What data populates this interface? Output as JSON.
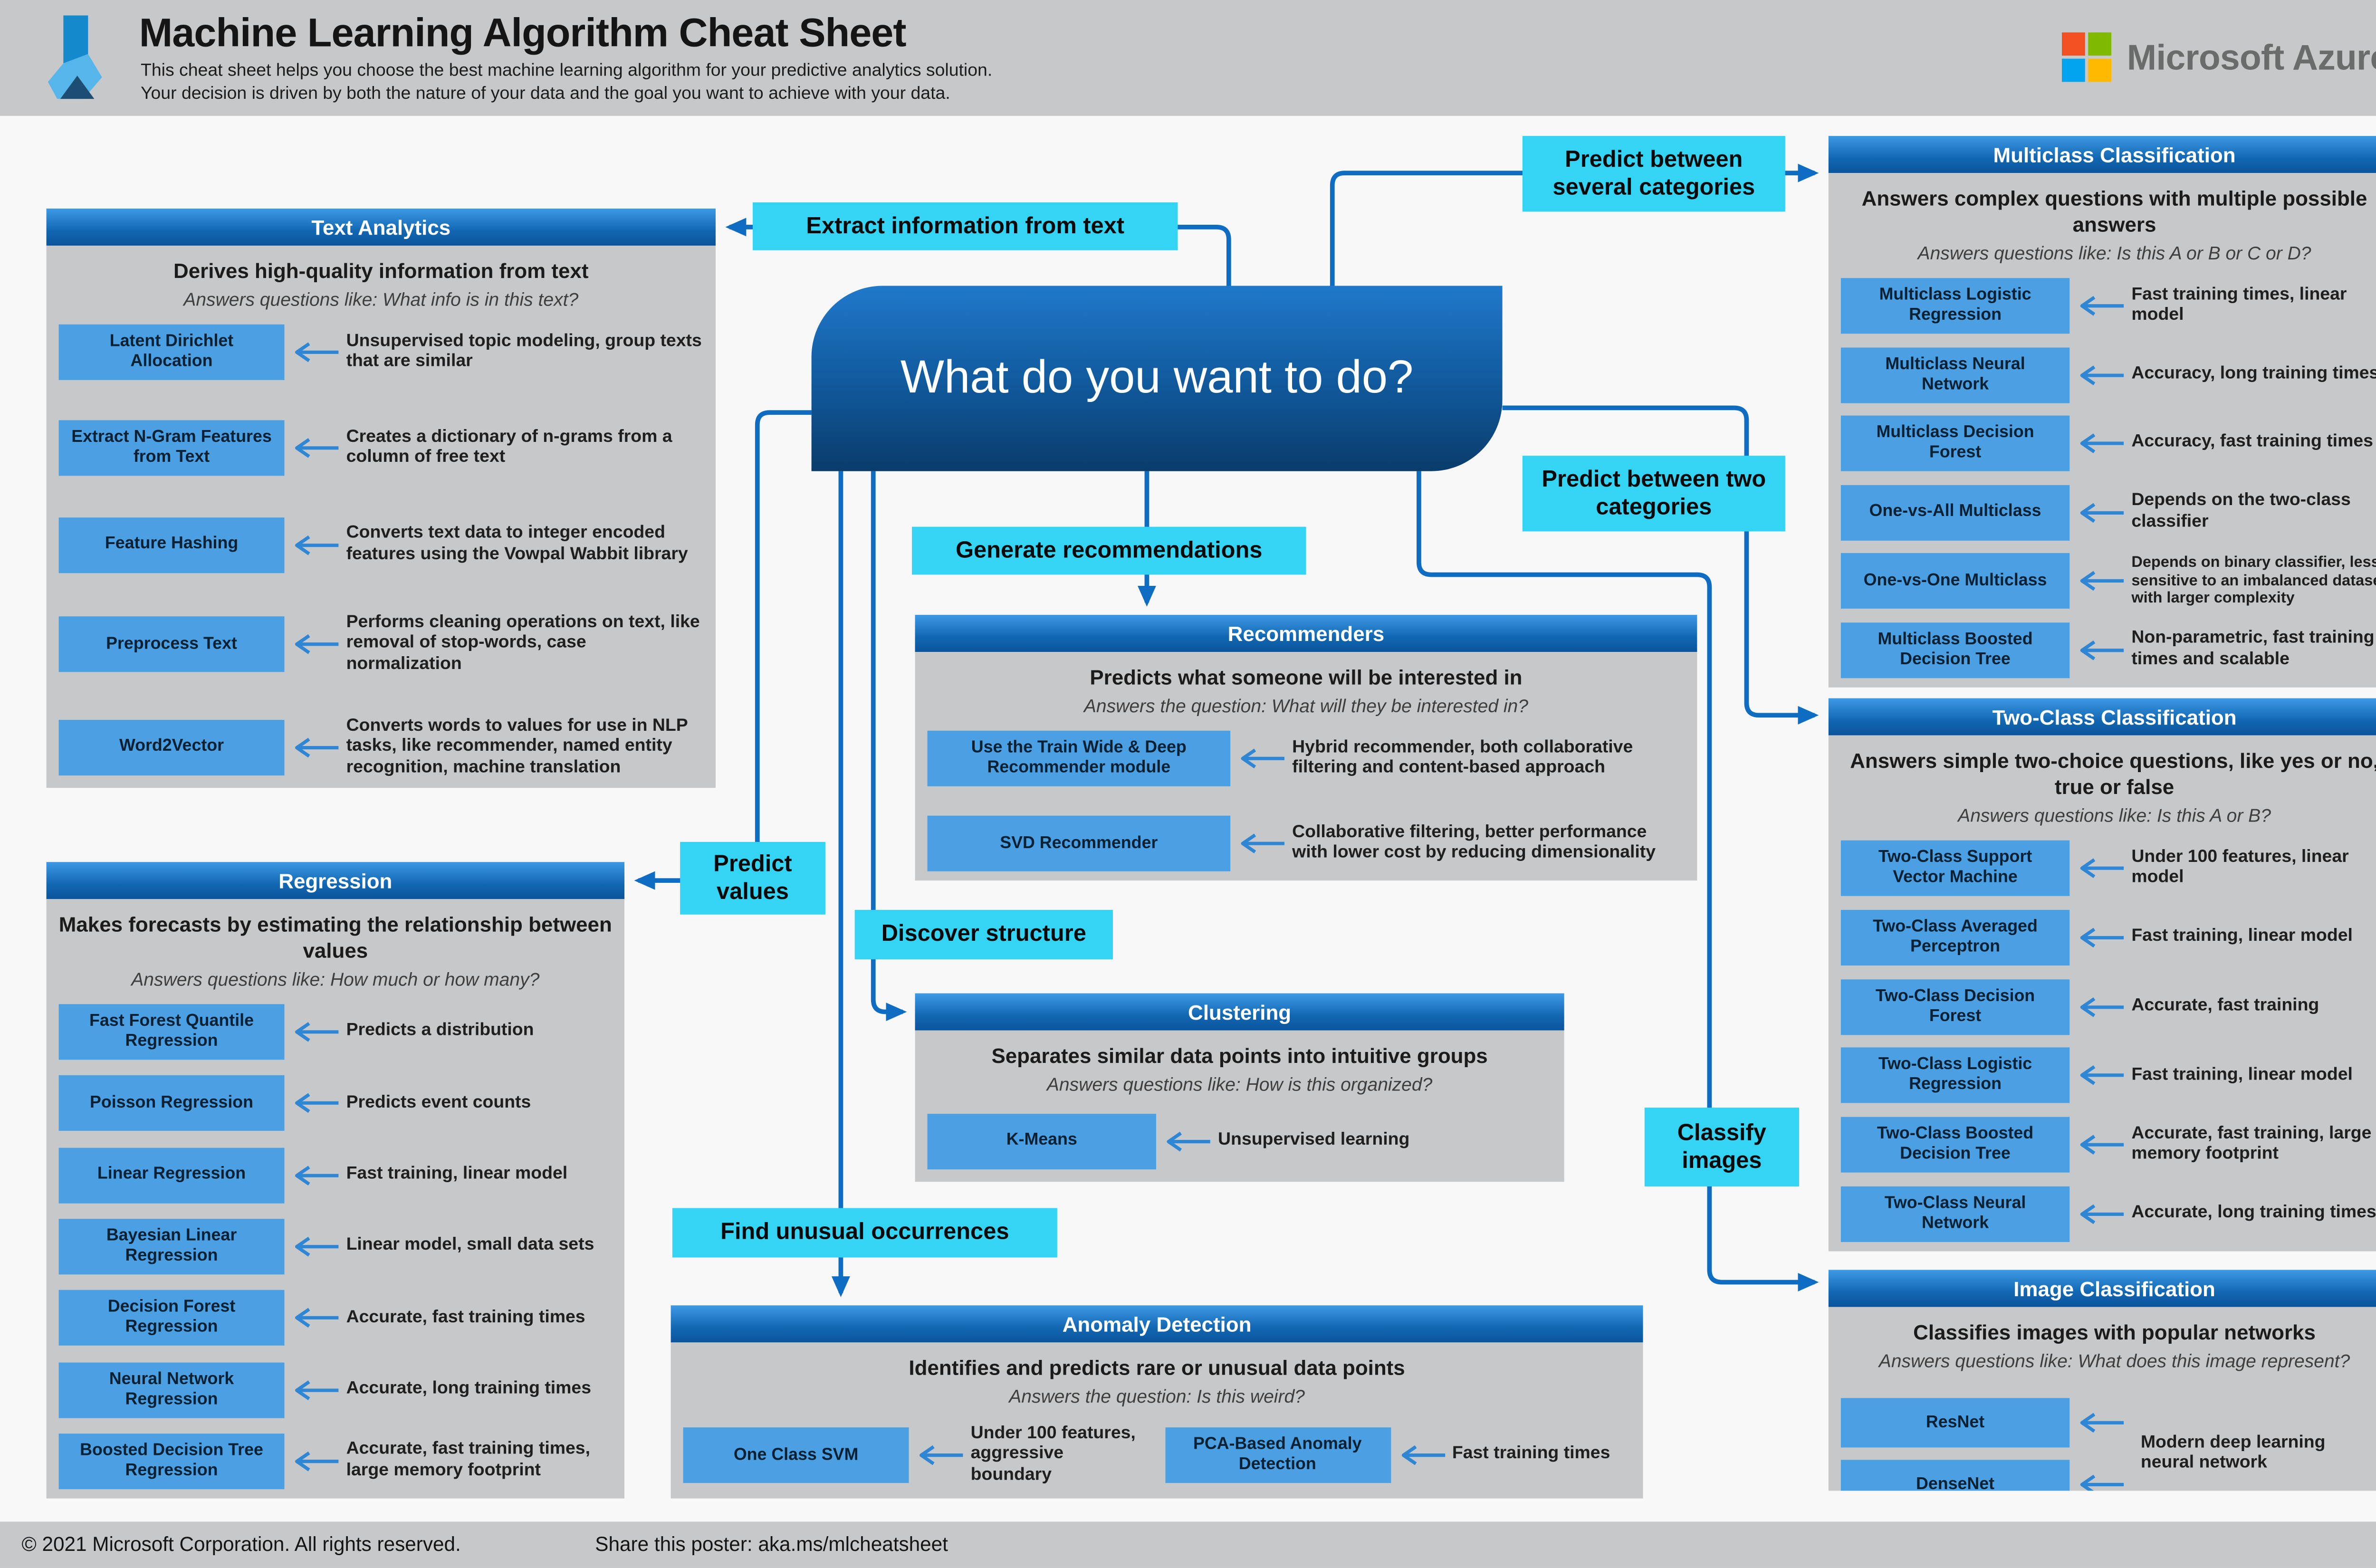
{
  "header": {
    "title": "Machine Learning Algorithm Cheat Sheet",
    "subtitle_line1": "This cheat sheet helps you choose the best machine learning algorithm for your predictive analytics solution.",
    "subtitle_line2": "Your decision is driven by both the nature of your data and the goal you want to achieve with your data.",
    "brand": "Microsoft Azure"
  },
  "center": {
    "question": "What do you want to do?"
  },
  "labels": [
    {
      "id": "extract-information-from-text",
      "text": "Extract information from text"
    },
    {
      "id": "predict-between-several-categories",
      "text": "Predict between several categories"
    },
    {
      "id": "predict-between-two-categories",
      "text": "Predict between two categories"
    },
    {
      "id": "generate-recommendations",
      "text": "Generate recommendations"
    },
    {
      "id": "predict-values",
      "text": "Predict values"
    },
    {
      "id": "discover-structure",
      "text": "Discover structure"
    },
    {
      "id": "find-unusual-occurrences",
      "text": "Find unusual occurrences"
    },
    {
      "id": "classify-images",
      "text": "Classify images"
    }
  ],
  "panels": [
    {
      "id": "text-analytics",
      "title": "Text Analytics",
      "heading": "Derives high-quality information from text",
      "question": "Answers questions like: What info is in this text?",
      "items": [
        {
          "label": "Latent Dirichlet Allocation",
          "desc": "Unsupervised topic modeling, group texts that are similar"
        },
        {
          "label": "Extract N-Gram Features from Text",
          "desc": "Creates a dictionary of n-grams from a column of free text"
        },
        {
          "label": "Feature Hashing",
          "desc": "Converts text data to integer encoded features using the Vowpal Wabbit library"
        },
        {
          "label": "Preprocess Text",
          "desc": "Performs cleaning operations on text, like removal of stop-words, case normalization"
        },
        {
          "label": "Word2Vector",
          "desc": "Converts words to values for use in NLP tasks, like recommender, named entity recognition, machine translation"
        }
      ]
    },
    {
      "id": "regression",
      "title": "Regression",
      "heading": "Makes forecasts by estimating the relationship between values",
      "question": "Answers questions like: How much or how many?",
      "items": [
        {
          "label": "Fast Forest Quantile Regression",
          "desc": "Predicts a distribution"
        },
        {
          "label": "Poisson Regression",
          "desc": "Predicts event counts"
        },
        {
          "label": "Linear Regression",
          "desc": "Fast training, linear model"
        },
        {
          "label": "Bayesian Linear Regression",
          "desc": "Linear model, small data sets"
        },
        {
          "label": "Decision Forest Regression",
          "desc": "Accurate, fast training times"
        },
        {
          "label": "Neural Network Regression",
          "desc": "Accurate, long training times"
        },
        {
          "label": "Boosted Decision Tree Regression",
          "desc": "Accurate, fast training times, large memory footprint"
        }
      ]
    },
    {
      "id": "recommenders",
      "title": "Recommenders",
      "heading": "Predicts what someone will be interested in",
      "question": "Answers the question: What will they be interested in?",
      "items": [
        {
          "label": "Use the Train Wide & Deep Recommender module",
          "desc": "Hybrid recommender, both collaborative filtering and content-based approach"
        },
        {
          "label": "SVD Recommender",
          "desc": "Collaborative filtering, better performance with lower cost by reducing dimensionality"
        }
      ]
    },
    {
      "id": "clustering",
      "title": "Clustering",
      "heading": "Separates similar data points into intuitive groups",
      "question": "Answers questions like: How is this organized?",
      "items": [
        {
          "label": "K-Means",
          "desc": "Unsupervised learning"
        }
      ]
    },
    {
      "id": "anomaly-detection",
      "title": "Anomaly Detection",
      "heading": "Identifies and predicts rare or unusual data points",
      "question": "Answers the question: Is this weird?",
      "items": [
        {
          "label": "One Class SVM",
          "desc": "Under 100 features, aggressive boundary"
        },
        {
          "label": "PCA-Based Anomaly Detection",
          "desc": "Fast training times"
        }
      ]
    },
    {
      "id": "multiclass-classification",
      "title": "Multiclass Classification",
      "heading": "Answers complex questions with multiple possible answers",
      "question": "Answers questions like: Is this A or B or C or D?",
      "items": [
        {
          "label": "Multiclass Logistic Regression",
          "desc": "Fast training times, linear model"
        },
        {
          "label": "Multiclass Neural Network",
          "desc": "Accuracy, long training times"
        },
        {
          "label": "Multiclass Decision Forest",
          "desc": "Accuracy, fast training times"
        },
        {
          "label": "One-vs-All Multiclass",
          "desc": "Depends on the two-class classifier"
        },
        {
          "label": "One-vs-One Multiclass",
          "desc": "Depends on binary classifier, less sensitive to an imbalanced dataset with larger complexity",
          "small": true
        },
        {
          "label": "Multiclass Boosted Decision Tree",
          "desc": "Non-parametric, fast training times and scalable"
        }
      ]
    },
    {
      "id": "two-class-classification",
      "title": "Two-Class Classification",
      "heading": "Answers simple two-choice questions, like yes or no, true or false",
      "question": "Answers questions like: Is this A or B?",
      "items": [
        {
          "label": "Two-Class Support Vector Machine",
          "desc": "Under 100 features, linear model"
        },
        {
          "label": "Two-Class Averaged Perceptron",
          "desc": "Fast training, linear model"
        },
        {
          "label": "Two-Class Decision Forest",
          "desc": "Accurate, fast training"
        },
        {
          "label": "Two-Class Logistic Regression",
          "desc": "Fast training, linear model"
        },
        {
          "label": "Two-Class Boosted Decision Tree",
          "desc": "Accurate, fast training, large memory footprint"
        },
        {
          "label": "Two-Class Neural Network",
          "desc": "Accurate, long training times"
        }
      ]
    },
    {
      "id": "image-classification",
      "title": "Image Classification",
      "heading": "Classifies images with popular networks",
      "question": "Answers questions like: What does this image represent?",
      "shared_desc": "Modern deep learning neural network",
      "items": [
        {
          "label": "ResNet"
        },
        {
          "label": "DenseNet"
        }
      ]
    }
  ],
  "footer": {
    "copyright": "© 2021 Microsoft Corporation. All rights reserved.",
    "share": "Share this poster: aka.ms/mlcheatsheet"
  },
  "colors": {
    "band_gray": "#c7c8c9",
    "panel_header_blue": "#1267b2",
    "chip_blue": "#4aa0e2",
    "cyan_label": "#33d4f4",
    "connector_blue": "#0e6dc2",
    "center_box_dark_blue": "#0a3c6b",
    "ms_red": "#f25022",
    "ms_green": "#7fba00",
    "ms_blue": "#00a4ef",
    "ms_yellow": "#ffb900"
  }
}
